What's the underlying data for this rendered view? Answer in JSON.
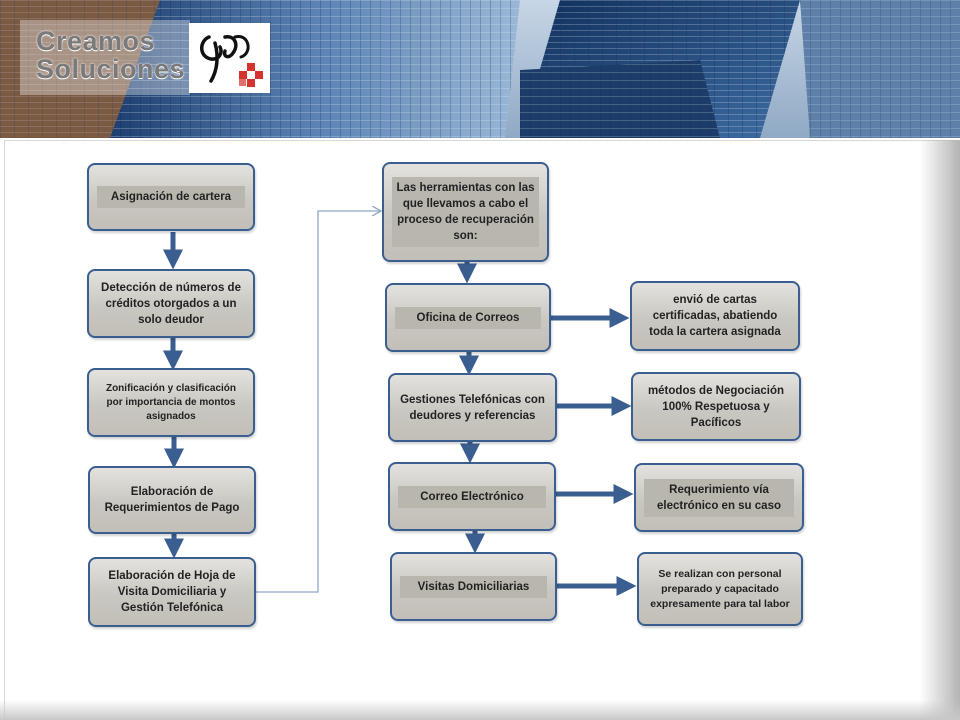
{
  "header": {
    "brand_line1": "Creamos",
    "brand_line2": "Soluciones",
    "brand_dot": "."
  },
  "left_column": [
    "Asignación  de cartera",
    "Detección  de  números de créditos  otorgados  a un  solo deudor",
    "Zonificación y clasificación por importancia de montos asignados",
    "Elaboración  de Requerimientos de Pago",
    "Elaboración  de Hoja de Visita Domiciliaria  y Gestión  Telefónica"
  ],
  "middle_column": {
    "header": "Las herramientas con las que llevamos  a cabo el proceso de recuperación son:",
    "items": [
      "Oficina de Correos",
      "Gestiones Telefónicas con deudores y referencias",
      "Correo Electrónico",
      "Visitas Domiciliarias"
    ]
  },
  "right_column": [
    "envió de cartas certificadas,  abatiendo toda la cartera asignada",
    "métodos de Negociación 100% Respetuosa y Pacíficos",
    "Requerimiento vía electrónico  en su caso",
    "Se realizan con personal preparado y capacitado expresamente para tal labor"
  ],
  "colors": {
    "box_border": "#3b5e91",
    "arrow": "#3b5e91",
    "box_fill": "#c9c7c1",
    "connector": "#8fa8c8"
  }
}
